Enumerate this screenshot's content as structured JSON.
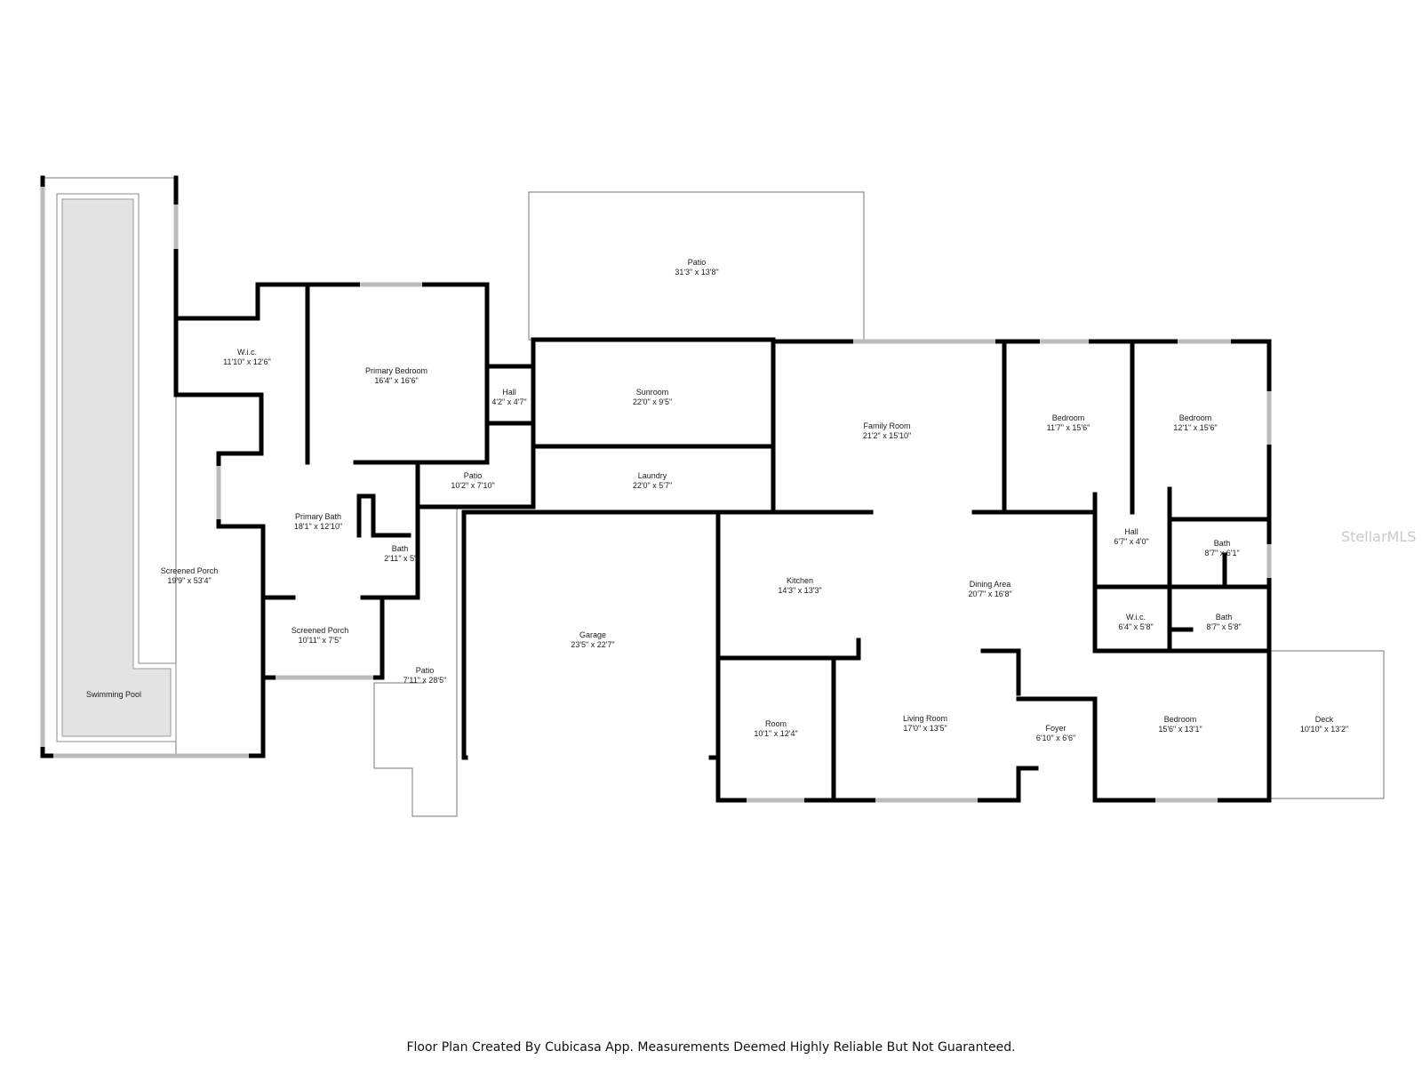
{
  "rooms": {
    "patio_top": {
      "name": "Patio",
      "dims": "31'3\" x 13'8\""
    },
    "sunroom": {
      "name": "Sunroom",
      "dims": "22'0\" x 9'5\""
    },
    "family_room": {
      "name": "Family Room",
      "dims": "21'2\" x 15'10\""
    },
    "bedroom_1": {
      "name": "Bedroom",
      "dims": "11'7\" x 15'6\""
    },
    "bedroom_2": {
      "name": "Bedroom",
      "dims": "12'1\" x 15'6\""
    },
    "wic_1": {
      "name": "W.i.c.",
      "dims": "11'10\" x 12'6\""
    },
    "primary_bedroom": {
      "name": "Primary Bedroom",
      "dims": "16'4\" x 16'6\""
    },
    "hall_1": {
      "name": "Hall",
      "dims": "4'2\" x 4'7\""
    },
    "laundry": {
      "name": "Laundry",
      "dims": "22'0\" x 5'7\""
    },
    "patio_mid": {
      "name": "Patio",
      "dims": "10'2\" x 7'10\""
    },
    "primary_bath": {
      "name": "Primary Bath",
      "dims": "18'1\" x 12'10\""
    },
    "bath_small": {
      "name": "Bath",
      "dims": "2'11\" x 5'"
    },
    "screened_porch_1": {
      "name": "Screened Porch",
      "dims": "19'9\" x 53'4\""
    },
    "screened_porch_2": {
      "name": "Screened Porch",
      "dims": "10'11\" x 7'5\""
    },
    "swimming_pool": {
      "name": "Swimming Pool"
    },
    "patio_long": {
      "name": "Patio",
      "dims": "7'11\" x 28'5\""
    },
    "garage": {
      "name": "Garage",
      "dims": "23'5\" x 22'7\""
    },
    "kitchen": {
      "name": "Kitchen",
      "dims": "14'3\" x 13'3\""
    },
    "dining_area": {
      "name": "Dining Area",
      "dims": "20'7\" x 16'8\""
    },
    "hall_2": {
      "name": "Hall",
      "dims": "6'7\" x 4'0\""
    },
    "bath_2": {
      "name": "Bath",
      "dims": "8'7\" x 6'1\""
    },
    "wic_2": {
      "name": "W.i.c.",
      "dims": "6'4\" x 5'8\""
    },
    "bath_3": {
      "name": "Bath",
      "dims": "8'7\" x 5'8\""
    },
    "room": {
      "name": "Room",
      "dims": "10'1\" x 12'4\""
    },
    "living_room": {
      "name": "Living Room",
      "dims": "17'0\" x 13'5\""
    },
    "foyer": {
      "name": "Foyer",
      "dims": "6'10\" x 6'6\""
    },
    "bedroom_3": {
      "name": "Bedroom",
      "dims": "15'6\" x 13'1\""
    },
    "deck": {
      "name": "Deck",
      "dims": "10'10\" x 13'2\""
    }
  },
  "caption": "Floor Plan Created By Cubicasa App. Measurements Deemed Highly Reliable But Not Guaranteed.",
  "watermark": "StellarMLS",
  "colors": {
    "wall": "#000000",
    "pool": "#e3e3e3",
    "outline": "#777777"
  }
}
